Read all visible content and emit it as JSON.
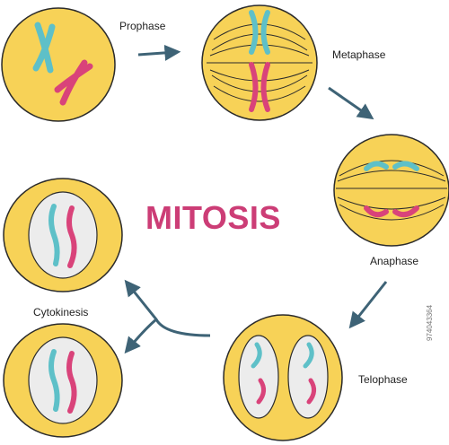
{
  "title": "MITOSIS",
  "stages": {
    "prophase": "Prophase",
    "metaphase": "Metaphase",
    "anaphase": "Anaphase",
    "telophase": "Telophase",
    "cytokinesis": "Cytokinesis"
  },
  "image_id": "974043364",
  "colors": {
    "cell_fill": "#f7d257",
    "cell_stroke": "#2b2b2b",
    "nucleus_fill": "#ececec",
    "chromosome_blue": "#5ec0c8",
    "chromosome_pink": "#d9437a",
    "arrow": "#3e6376",
    "title": "#cc3d76"
  }
}
